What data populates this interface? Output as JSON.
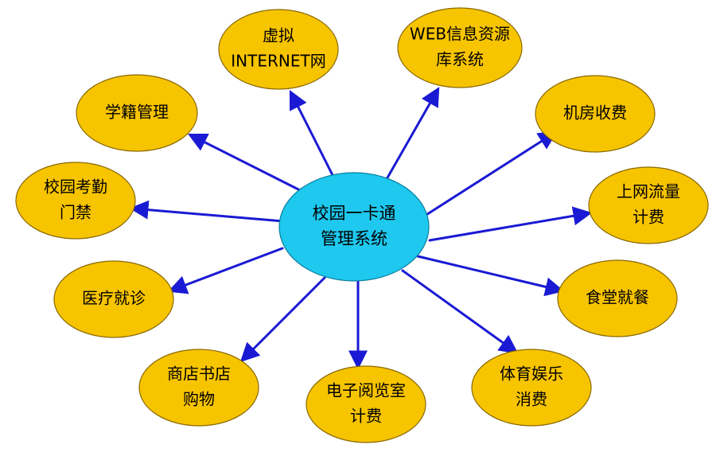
{
  "colors": {
    "center_fill": "#1ec8ee",
    "node_fill": "#f7c400",
    "arrow": "#1a1ad4"
  },
  "center": {
    "lines": [
      "校园一卡通",
      "管理系统"
    ]
  },
  "nodes": [
    {
      "id": "virtual-internet",
      "lines": [
        "虚拟",
        "INTERNET网"
      ]
    },
    {
      "id": "web-resource",
      "lines": [
        "WEB信息资源",
        "库系统"
      ]
    },
    {
      "id": "student-records",
      "lines": [
        "学籍管理"
      ]
    },
    {
      "id": "machine-room-billing",
      "lines": [
        "机房收费"
      ]
    },
    {
      "id": "attendance-access",
      "lines": [
        "校园考勤",
        "门禁"
      ]
    },
    {
      "id": "internet-traffic-billing",
      "lines": [
        "上网流量",
        "计费"
      ]
    },
    {
      "id": "medical-clinic",
      "lines": [
        "医疗就诊"
      ]
    },
    {
      "id": "canteen-dining",
      "lines": [
        "食堂就餐"
      ]
    },
    {
      "id": "shop-bookstore",
      "lines": [
        "商店书店",
        "购物"
      ]
    },
    {
      "id": "reading-room-billing",
      "lines": [
        "电子阅览室",
        "计费"
      ]
    },
    {
      "id": "sports-entertainment",
      "lines": [
        "体育娱乐",
        "消费"
      ]
    }
  ]
}
